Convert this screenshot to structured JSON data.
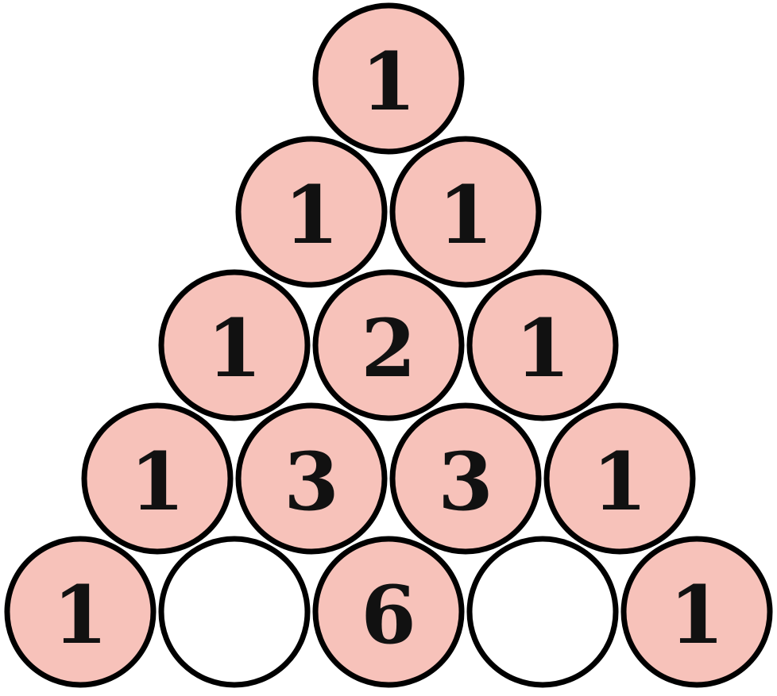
{
  "colors": {
    "filled": "#f7c2ba",
    "empty": "#ffffff",
    "outline": "#000000",
    "text": "#111111"
  },
  "triangle": {
    "rows": [
      [
        "1"
      ],
      [
        "1",
        "1"
      ],
      [
        "1",
        "2",
        "1"
      ],
      [
        "1",
        "3",
        "3",
        "1"
      ],
      [
        "1",
        "",
        "6",
        "",
        "1"
      ]
    ]
  }
}
